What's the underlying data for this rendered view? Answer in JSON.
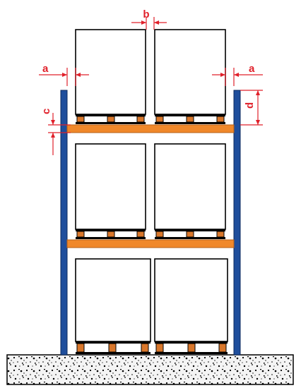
{
  "diagram": {
    "labels": {
      "a_left": "a",
      "a_right": "a",
      "b": "b",
      "c": "c",
      "d": "d"
    },
    "colors": {
      "upright": "#1f4e9c",
      "beam": "#f0882a",
      "pallet_block": "#d9772b",
      "pallet_board": "#000000",
      "dimension": "#e0202a",
      "box_fill": "#ffffff",
      "box_stroke": "#000000",
      "floor": "#f2f2f2"
    },
    "levels": 3,
    "loads_per_level": 2
  }
}
